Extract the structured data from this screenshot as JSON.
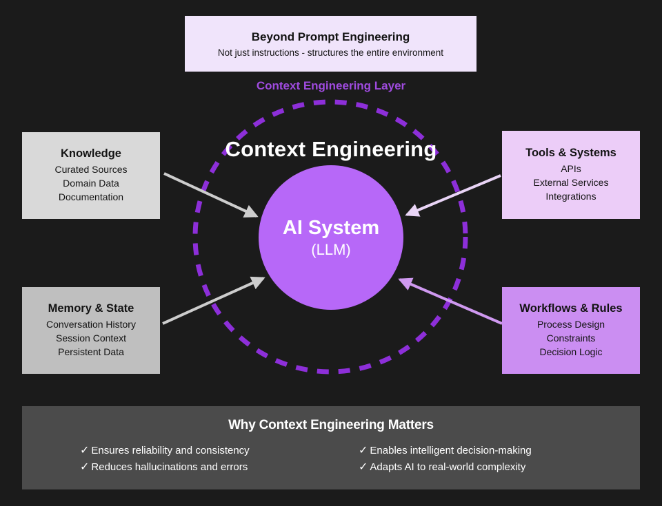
{
  "colors": {
    "bg": "#1b1b1b",
    "banner_bg": "#f0e4fb",
    "layer_label_color": "#a04be0",
    "ring_color": "#8d2fd9",
    "center_fill": "#b768f8",
    "box_light_gray": "#d9d9d9",
    "box_gray": "#bfbfbf",
    "box_lavender": "#eccdf8",
    "box_purple": "#cb8ef2",
    "footer_bg": "#4b4b4b",
    "arrow_gray": "#cdcdcd",
    "arrow_lavender": "#e9d4f6",
    "arrow_purple": "#cf99f0",
    "text_dark": "#131313",
    "text_light": "#ffffff"
  },
  "top_banner": {
    "title": "Beyond Prompt Engineering",
    "subtitle": "Not just instructions - structures the entire environment"
  },
  "layer_label": "Context Engineering Layer",
  "diagram": {
    "title": "Context Engineering",
    "center": {
      "title": "AI System",
      "subtitle": "(LLM)"
    },
    "nodes": [
      {
        "id": "knowledge",
        "title": "Knowledge",
        "items": [
          "Curated Sources",
          "Domain Data",
          "Documentation"
        ]
      },
      {
        "id": "tools",
        "title": "Tools & Systems",
        "items": [
          "APIs",
          "External Services",
          "Integrations"
        ]
      },
      {
        "id": "memory",
        "title": "Memory & State",
        "items": [
          "Conversation History",
          "Session Context",
          "Persistent Data"
        ]
      },
      {
        "id": "workflows",
        "title": "Workflows & Rules",
        "items": [
          "Process Design",
          "Constraints",
          "Decision Logic"
        ]
      }
    ]
  },
  "footer": {
    "title": "Why Context Engineering Matters",
    "check_icon": "✓",
    "benefits": [
      "Ensures reliability and consistency",
      "Reduces hallucinations and errors",
      "Enables intelligent decision-making",
      "Adapts AI to real-world complexity"
    ]
  }
}
